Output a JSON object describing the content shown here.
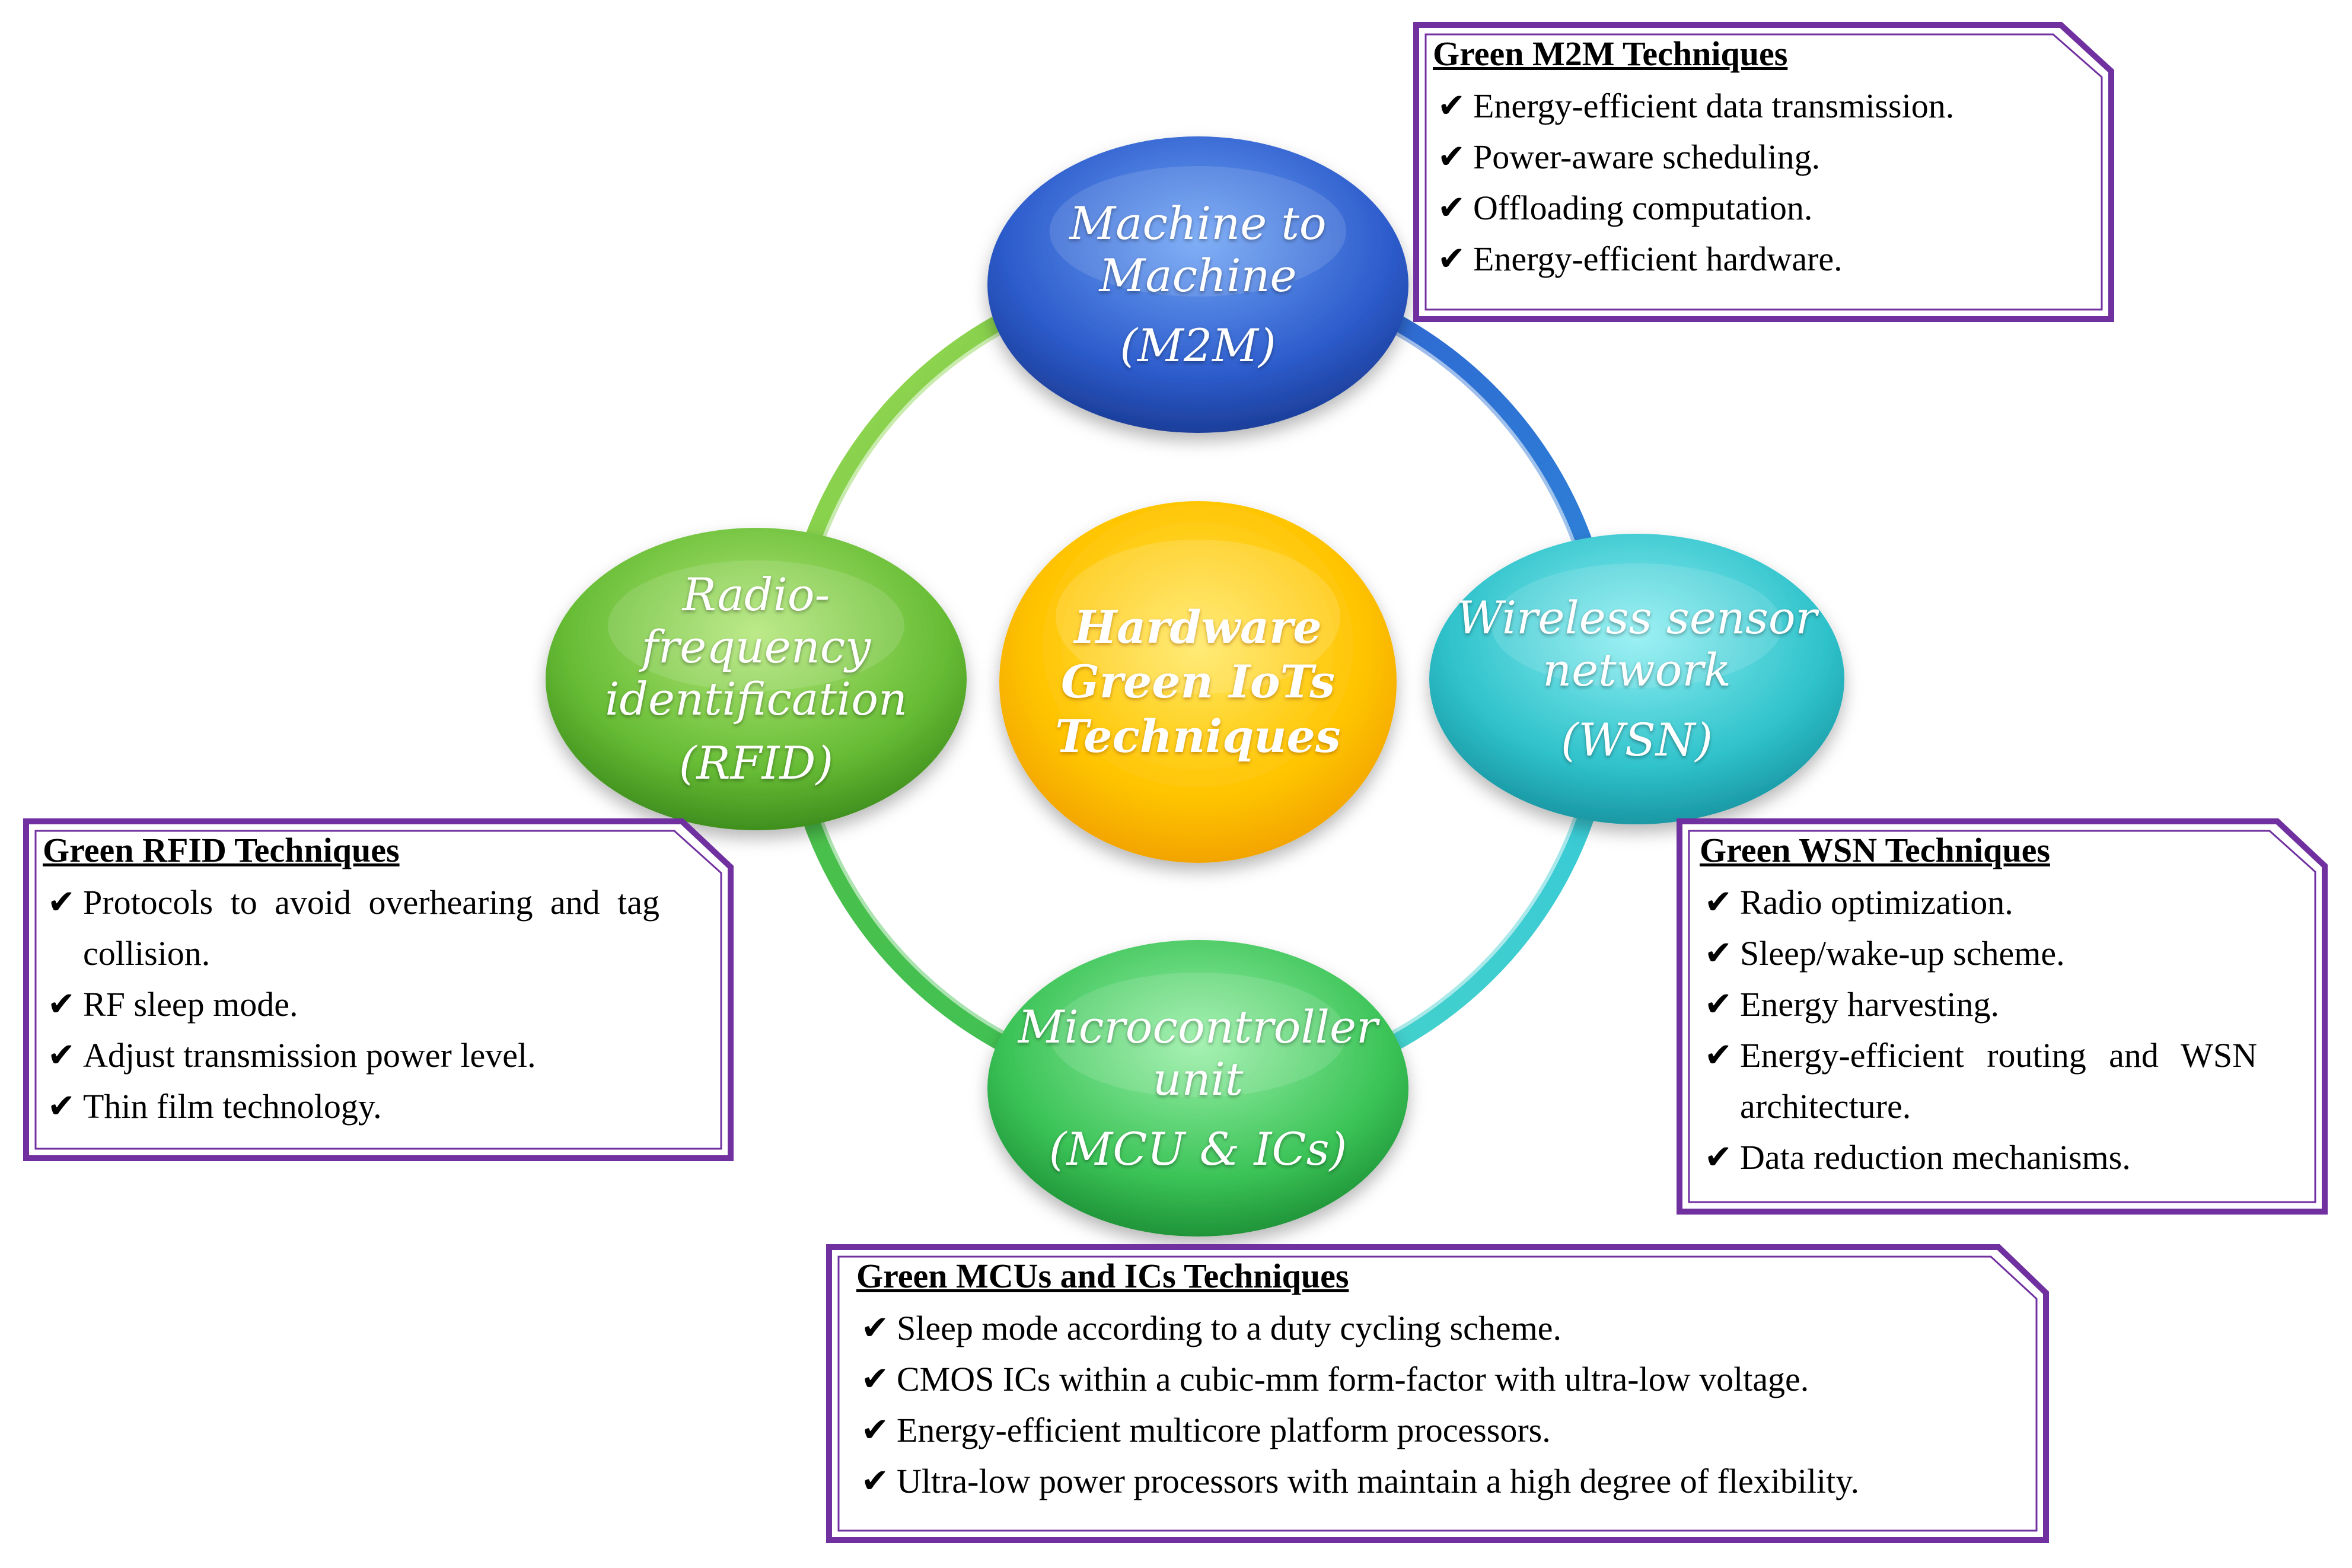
{
  "center": {
    "label": "Hardware\nGreen IoTs\nTechniques"
  },
  "nodes": {
    "m2m": {
      "name": "Machine to\nMachine",
      "abbr": "(M2M)"
    },
    "wsn": {
      "name": "Wireless sensor\nnetwork",
      "abbr": "(WSN)"
    },
    "rfid": {
      "name": "Radio-\nfrequency\nidentification",
      "abbr": "(RFID)"
    },
    "mcu": {
      "name": "Microcontroller\nunit",
      "abbr": "(MCU & ICs)"
    }
  },
  "boxes": {
    "m2m": {
      "title": "Green M2M Techniques",
      "items": [
        "Energy-efficient data transmission.",
        "Power-aware scheduling.",
        "Offloading computation.",
        "Energy-efficient hardware."
      ]
    },
    "rfid": {
      "title": "Green RFID Techniques",
      "items": [
        "Protocols to avoid overhearing and tag collision.",
        "RF sleep mode.",
        "Adjust transmission power level.",
        "Thin film technology."
      ]
    },
    "wsn": {
      "title": "Green WSN Techniques",
      "items": [
        "Radio optimization.",
        "Sleep/wake-up scheme.",
        "Energy harvesting.",
        "Energy-efficient routing and WSN architecture.",
        "Data reduction mechanisms."
      ]
    },
    "mcu": {
      "title": "Green MCUs and ICs Techniques",
      "items": [
        "Sleep mode according to a duty cycling scheme.",
        "CMOS ICs within a cubic-mm form-factor with ultra-low voltage.",
        "Energy-efficient multicore platform processors.",
        "Ultra-low power processors with maintain a high degree of flexibility."
      ]
    }
  },
  "check_glyph": "✔",
  "colors": {
    "box_border": "#7030A0",
    "m2m": "#2F5FD0",
    "wsn": "#33C4CC",
    "rfid": "#6CC23A",
    "mcu": "#3CC25A",
    "center": "#FFC000"
  }
}
